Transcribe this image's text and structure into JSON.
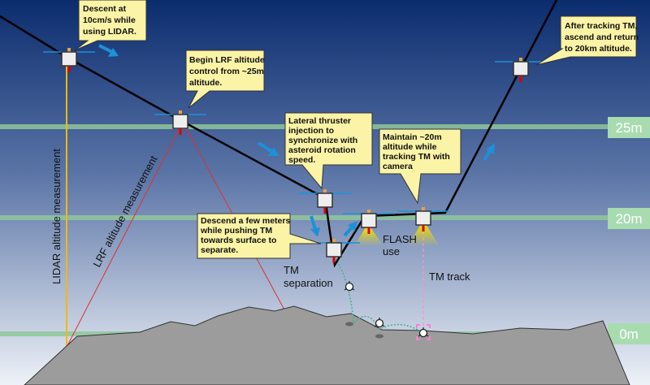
{
  "callouts": [
    {
      "lines": [
        "Descent at",
        "10cm/s while",
        "using LIDAR."
      ]
    },
    {
      "lines": [
        "Begin LRF altitude",
        "control from ~25m",
        "altitude."
      ]
    },
    {
      "lines": [
        "Lateral thruster",
        "injection to",
        "synchronize with",
        "asteroid rotation",
        "speed."
      ]
    },
    {
      "lines": [
        "Maintain ~20m",
        "altitude while",
        "tracking TM with",
        "camera"
      ]
    },
    {
      "lines": [
        "Descend a few meters",
        "while pushing TM",
        "towards surface to",
        "separate."
      ]
    },
    {
      "lines": [
        "After tracking TM,",
        "ascend and return",
        "to 20km altitude."
      ]
    }
  ],
  "labels": {
    "lidar": "LIDAR altitude measurement",
    "lrf": "LRF altitude measurement",
    "tm_sep": [
      "TM",
      "separation"
    ],
    "flash": [
      "FLASH",
      "use"
    ],
    "tm_track": "TM track"
  },
  "altitudes": [
    "25m",
    "20m",
    "0m"
  ],
  "colors": {
    "sky_top": "#0b2c6e",
    "sky_bottom": "#e9eef6",
    "altitude_line": "#8fc79a",
    "callout": "#fbf3a6",
    "arrow": "#1e90d8"
  }
}
